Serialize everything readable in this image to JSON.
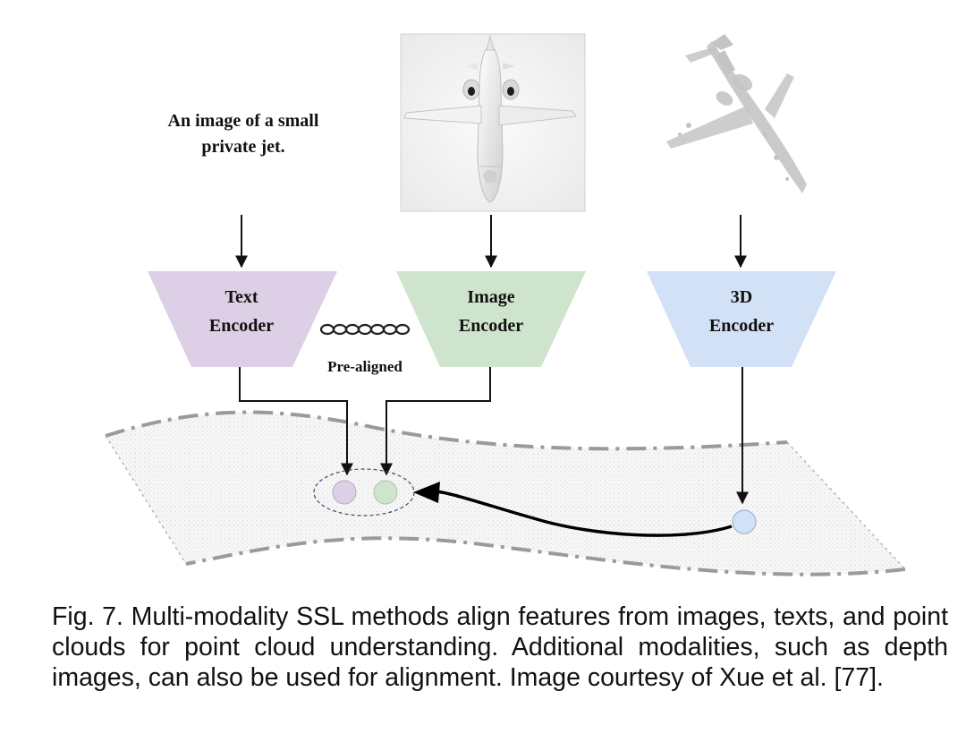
{
  "text_prompt": [
    "An image of a small",
    "private jet."
  ],
  "encoders": {
    "text": {
      "line1": "Text",
      "line2": "Encoder",
      "color": "#dccfe6"
    },
    "image": {
      "line1": "Image",
      "line2": "Encoder",
      "color": "#cfe4cd"
    },
    "three_d": {
      "line1": "3D",
      "line2": "Encoder",
      "color": "#d2e1f5"
    }
  },
  "pre_aligned_label": "Pre-aligned",
  "embedding_dots": {
    "text": "#dccfe6",
    "image": "#cfe4cd",
    "three_d": "#d2e1f5"
  },
  "caption": "Fig. 7. Multi-modality SSL methods align features from images, texts, and point clouds for point cloud understanding. Additional modalities, such as depth images, can also be used for alignment. Image courtesy of Xue et al. [77]."
}
